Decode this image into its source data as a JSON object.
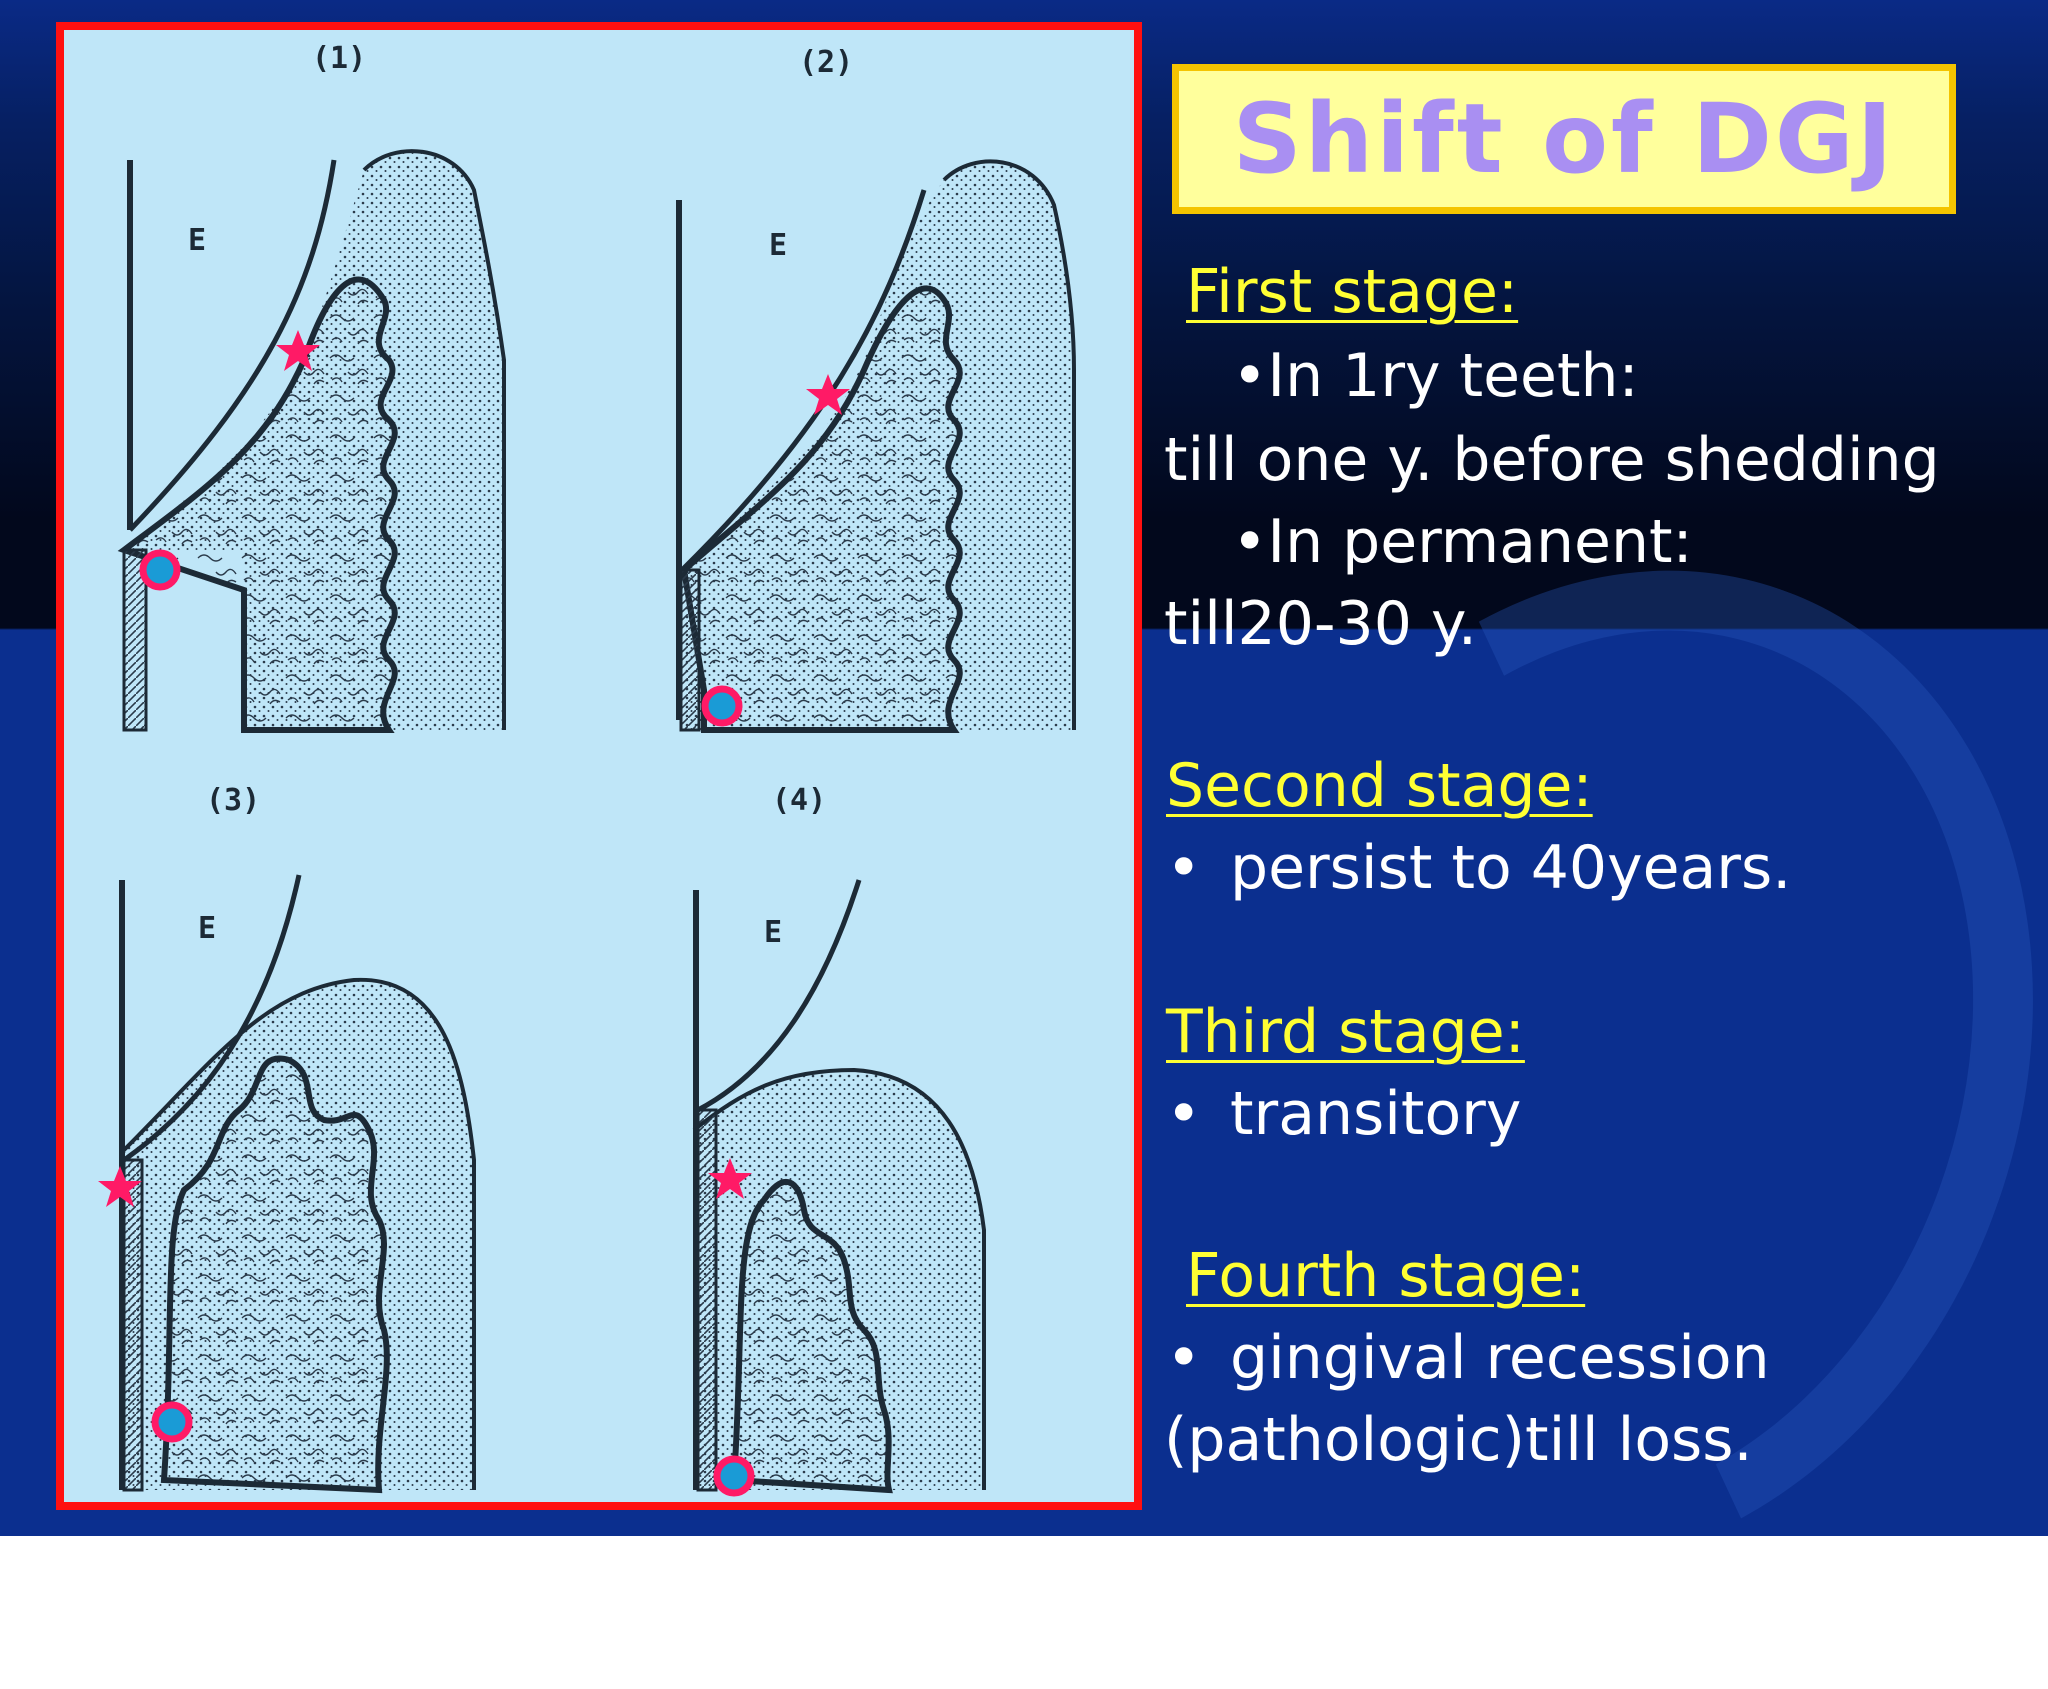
{
  "slide": {
    "title": "Shift of DGJ",
    "figure": {
      "panels": [
        {
          "number": "(1)",
          "label": "E"
        },
        {
          "number": "(2)",
          "label": "E"
        },
        {
          "number": "(3)",
          "label": "E"
        },
        {
          "number": "(4)",
          "label": "E"
        }
      ],
      "markers": {
        "star": "star-icon",
        "circle": "circle-marker-icon"
      }
    },
    "stages": {
      "first": {
        "heading": "First stage:",
        "line1": "•In 1ry teeth:",
        "line2": "till one y. before shedding",
        "line3": "•In permanent:",
        "line4": "till20-30 y."
      },
      "second": {
        "heading": "Second stage:",
        "bullet": "•",
        "text": "persist to 40years."
      },
      "third": {
        "heading": "Third stage:",
        "bullet": "•",
        "text": "transitory"
      },
      "fourth": {
        "heading": "Fourth stage:",
        "bullet": "•",
        "text": "gingival recession",
        "line2": "(pathologic)till loss."
      }
    }
  },
  "colors": {
    "frame": "#ff1010",
    "panel_bg": "#bfe6f8",
    "title_bg": "#ffff9c",
    "title_text": "#a98ff2",
    "heading": "#ffff33",
    "body_text": "#ffffff",
    "star": "#ff1a66",
    "circle_fill": "#1a9bd6"
  }
}
